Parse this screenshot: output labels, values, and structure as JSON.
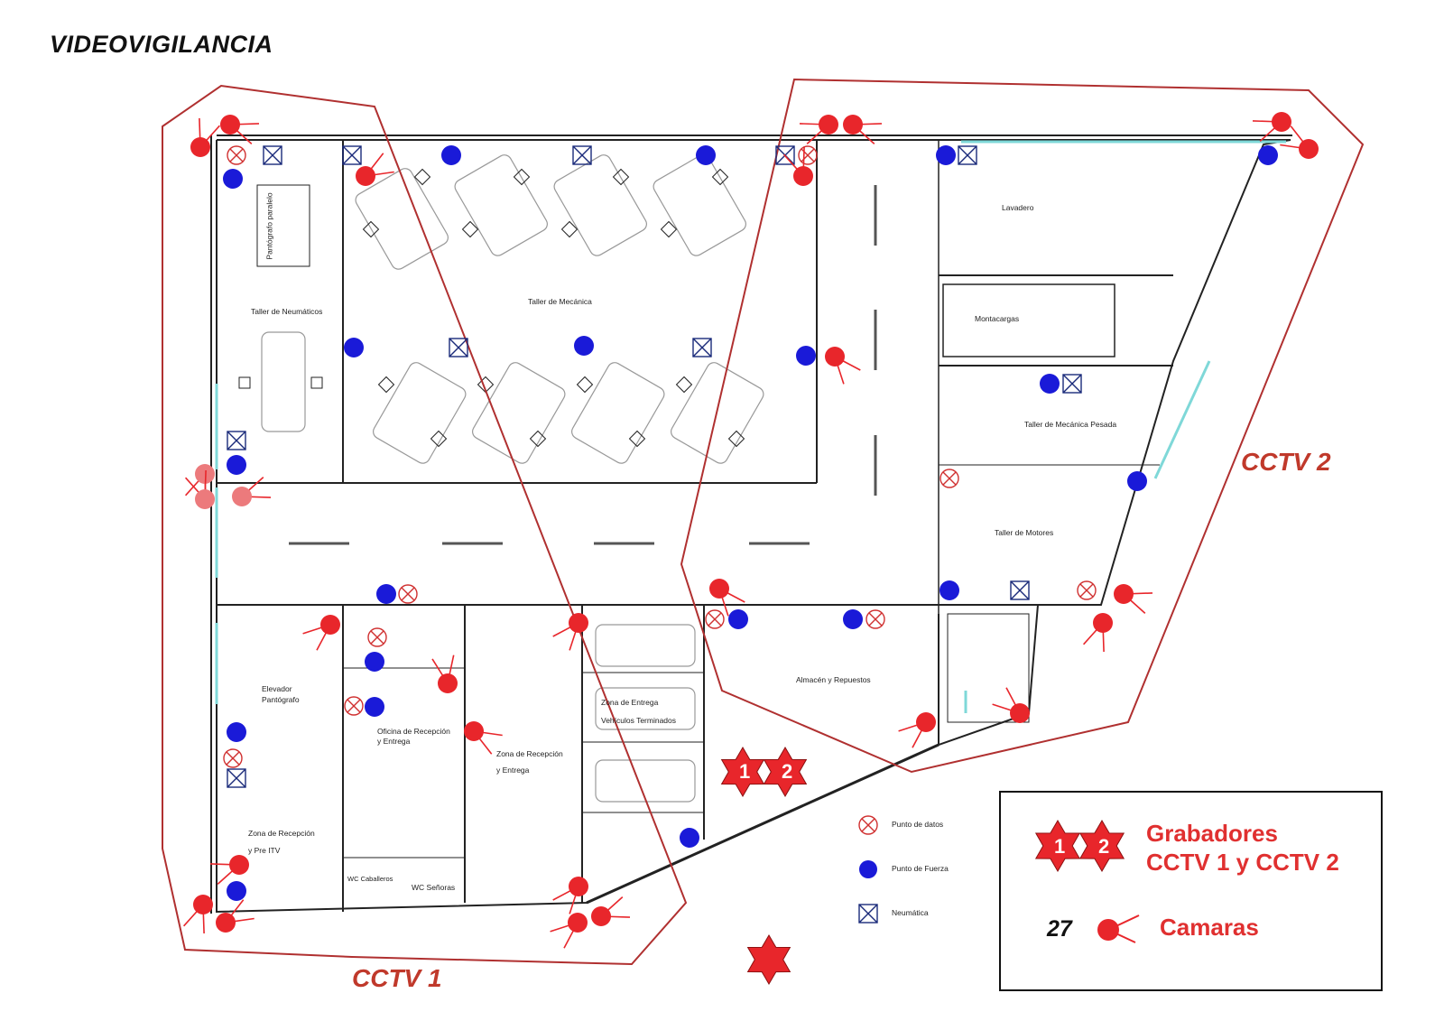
{
  "title": "VIDEOVIGILANCIA",
  "zones": [
    {
      "id": "cctv1",
      "label": "CCTV 1",
      "color": "#c0392b"
    },
    {
      "id": "cctv2",
      "label": "CCTV 2",
      "color": "#c0392b"
    }
  ],
  "rooms": {
    "taller_neumaticos": "Taller de Neumáticos",
    "pantografo_paralelo": "Pantógrafo paralelo",
    "taller_mecanica": "Taller de Mecánica",
    "lavadero": "Lavadero",
    "montacargas": "Montacargas",
    "taller_mecanica_pesada": "Taller de Mecánica Pesada",
    "taller_motores": "Taller de Motores",
    "almacen": "Almacén y Repuestos",
    "elevador_1": "Elevador",
    "elevador_2": "Pantógrafo",
    "oficina_1": "Oficina de Recepción",
    "oficina_2": "y Entrega",
    "zona_recepcion_entrega_1": "Zona de Recepción",
    "zona_recepcion_entrega_2": "y Entrega",
    "zona_entrega_1": "Zona de Entrega",
    "zona_entrega_2": "Vehículos Terminados",
    "zona_recepcion_itv_1": "Zona de Recepción",
    "zona_recepcion_itv_2": "y Pre ITV",
    "wc_caballeros": "WC Caballeros",
    "wc_senoras": "WC Señoras"
  },
  "symbol_legend": {
    "datos": "Punto de datos",
    "fuerza": "Punto de Fuerza",
    "neumatica": "Neumática"
  },
  "legend": {
    "recorders_line1": "Grabadores",
    "recorders_line2": "CCTV 1 y CCTV 2",
    "recorder_1": "1",
    "recorder_2": "2",
    "camera_count": "27",
    "camera_label": "Camaras"
  },
  "colors": {
    "camera": "#e8262b",
    "zone_outline": "#b03030",
    "power_point": "#1a1ad8",
    "data_point": "#d03030",
    "pneumatic": "#1a2a7a",
    "window": "#7fd8d8"
  }
}
